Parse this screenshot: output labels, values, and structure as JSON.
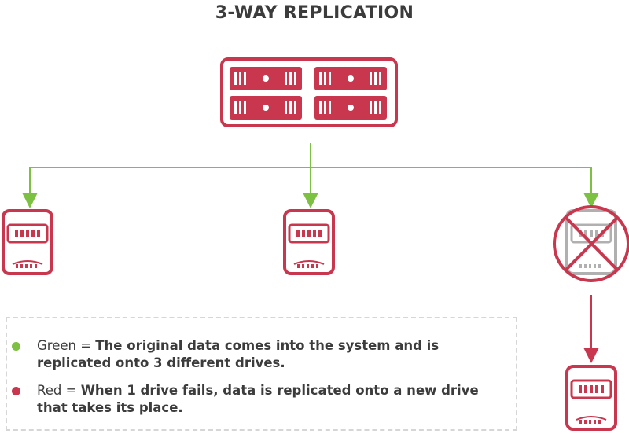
{
  "title": "3-WAY REPLICATION",
  "colors": {
    "drive": "#c8374e",
    "failed_drive": "#b0b0b0",
    "green": "#7cc142",
    "red": "#c8374e",
    "text": "#3c3c3c"
  },
  "legend": [
    {
      "color_name": "Green",
      "separator": " = ",
      "description": "The original data comes into the system and is replicated onto 3 different drives."
    },
    {
      "color_name": "Red",
      "separator": " = ",
      "description": "When 1 drive fails, data is replicated onto a new drive that takes its place."
    }
  ],
  "icons": {
    "server": "server-icon",
    "drive": "drive-icon",
    "failed": "failed-drive-icon"
  }
}
